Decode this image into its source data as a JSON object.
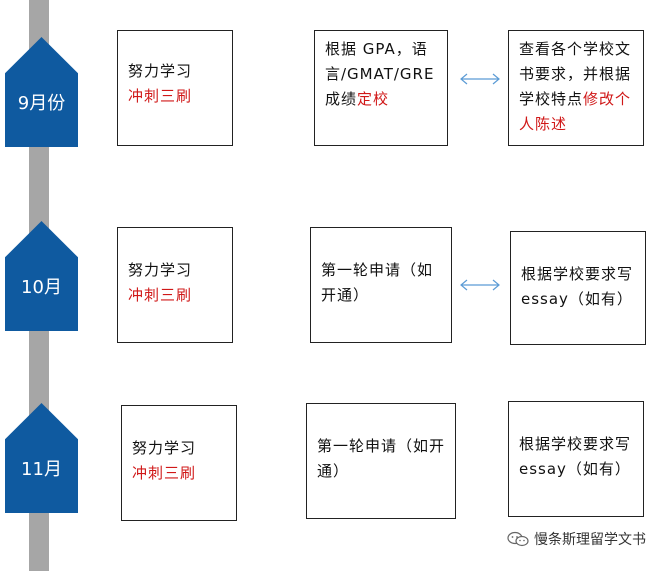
{
  "months": [
    {
      "label": "9月份"
    },
    {
      "label": "10月"
    },
    {
      "label": "11月"
    }
  ],
  "rows": [
    {
      "study": {
        "text": "努力学习",
        "highlight": "冲刺三刷"
      },
      "step": {
        "text": "根据 GPA，语言/GMAT/GRE 成绩",
        "highlight": "定校"
      },
      "docs": {
        "text": "查看各个学校文书要求，并根据学校特点",
        "highlight": "修改个人陈述"
      }
    },
    {
      "study": {
        "text": "努力学习",
        "highlight": "冲刺三刷"
      },
      "step": {
        "text": "第一轮申请（如开通）"
      },
      "docs": {
        "text": "根据学校要求写 essay（如有）"
      }
    },
    {
      "study": {
        "text": "努力学习",
        "highlight": "冲刺三刷"
      },
      "step": {
        "text": "第一轮申请（如开通）"
      },
      "docs": {
        "text": "根据学校要求写 essay（如有）"
      }
    }
  ],
  "watermark": {
    "text": "慢条斯理留学文书"
  },
  "colors": {
    "badge": "#0f5aa0",
    "timeline": "#a6a6a6",
    "highlight": "#d01818",
    "arrow": "#5b9bd5"
  }
}
